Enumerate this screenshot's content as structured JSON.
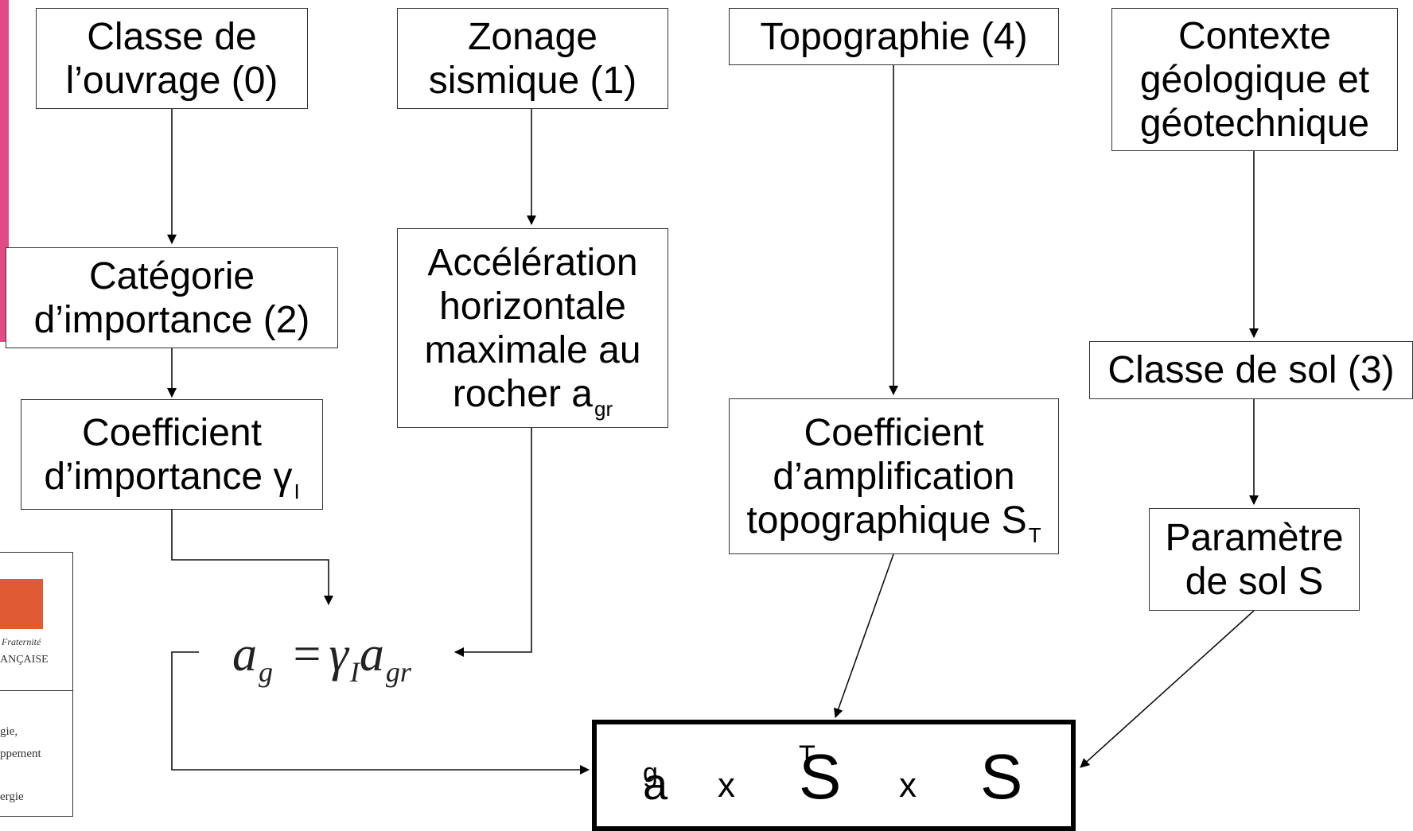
{
  "boxes": {
    "classe_ouvrage": [
      "Classe de",
      "l’ouvrage (0)"
    ],
    "zonage": [
      "Zonage",
      "sismique (1)"
    ],
    "topographie": [
      "Topographie (4)"
    ],
    "contexte": [
      "Contexte",
      "géologique et",
      "géotechnique"
    ],
    "categorie": [
      "Catégorie",
      "d’importance (2)"
    ],
    "acceleration": [
      "Accélération",
      "horizontale",
      "maximale au",
      "rocher a"
    ],
    "acceleration_sub": "gr",
    "classe_sol": [
      "Classe de sol (3)"
    ],
    "coef_importance": [
      "Coefficient",
      "d’importance γ"
    ],
    "coef_importance_sub": "I",
    "coef_amplification": [
      "Coefficient",
      "d’amplification",
      "topographique S"
    ],
    "coef_amplification_sub": "T",
    "parametre_sol": [
      "Paramètre",
      "de sol S"
    ]
  },
  "formula": {
    "lhs": "a",
    "lhs_sub": "g",
    "eq": "=",
    "gamma": "γ",
    "gamma_sub": "I",
    "a": "a",
    "a_sub": "gr"
  },
  "final": {
    "ag": "a",
    "ag_sub": "g",
    "x1": "x",
    "st": "S",
    "st_sub": "T",
    "x2": "x",
    "s": "S"
  },
  "logo": {
    "fraternite": "Fraternité",
    "francaise": "ANÇAISE",
    "line1": "gie,",
    "line2": "ppement",
    "line3": "ergie"
  },
  "colors": {
    "accent_pink": "#e24a85",
    "logo_orange": "#e05a34"
  }
}
